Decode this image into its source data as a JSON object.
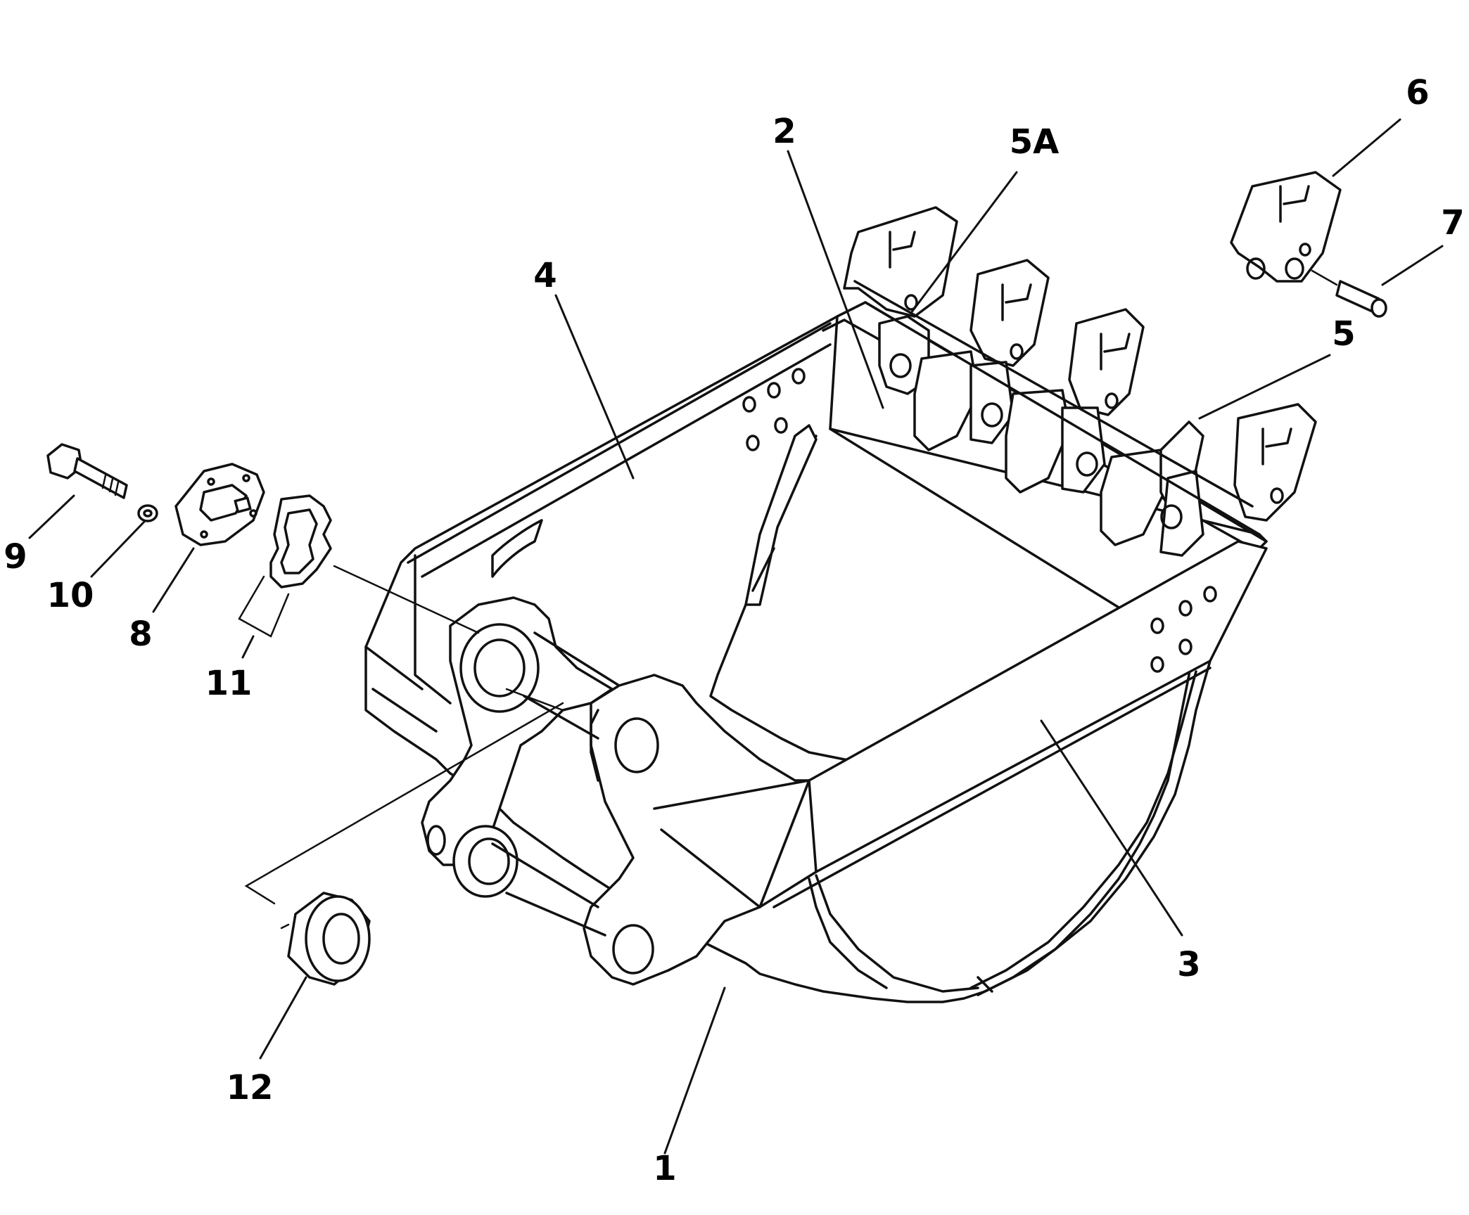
{
  "diagram": {
    "callouts": [
      {
        "id": "1",
        "label": "1"
      },
      {
        "id": "2",
        "label": "2"
      },
      {
        "id": "3",
        "label": "3"
      },
      {
        "id": "4",
        "label": "4"
      },
      {
        "id": "5",
        "label": "5"
      },
      {
        "id": "5A",
        "label": "5A"
      },
      {
        "id": "6",
        "label": "6"
      },
      {
        "id": "7",
        "label": "7"
      },
      {
        "id": "8",
        "label": "8"
      },
      {
        "id": "9",
        "label": "9"
      },
      {
        "id": "10",
        "label": "10"
      },
      {
        "id": "11",
        "label": "11"
      },
      {
        "id": "12",
        "label": "12"
      }
    ]
  }
}
